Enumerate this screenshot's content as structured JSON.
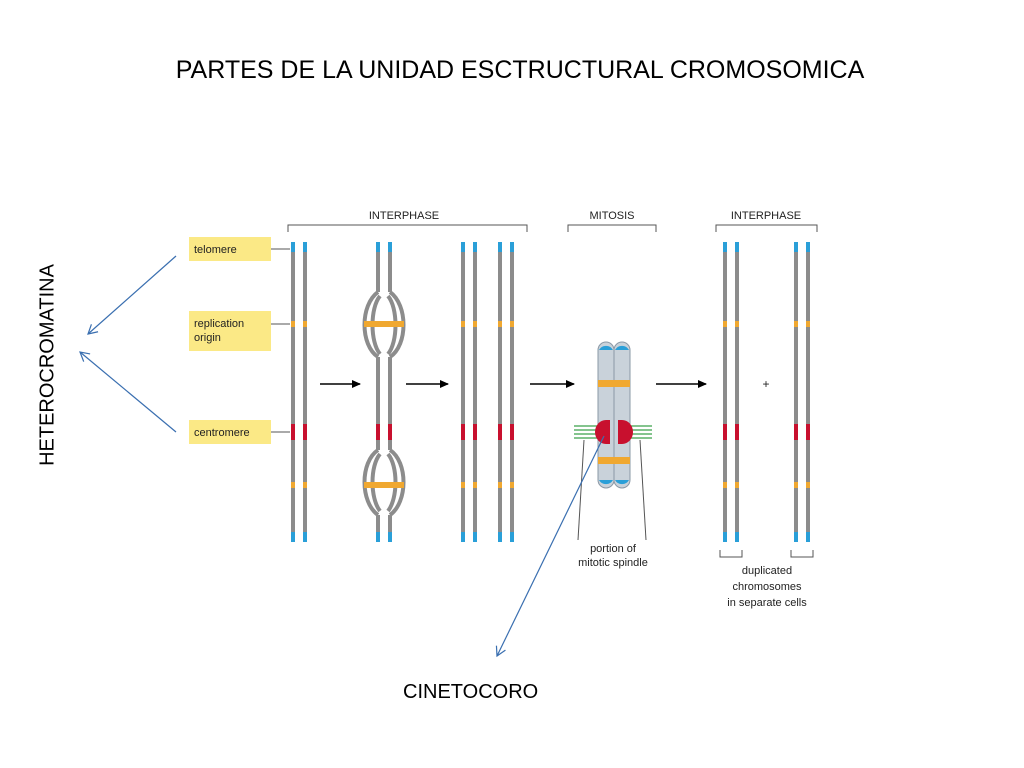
{
  "title": "PARTES DE LA UNIDAD ESCTRUCTURAL CROMOSOMICA",
  "side_label": "HETEROCROMATINA",
  "bottom_label": "CINETOCORO",
  "phases": {
    "interphase_left": "INTERPHASE",
    "mitosis": "MITOSIS",
    "interphase_right": "INTERPHASE"
  },
  "legend": {
    "telomere": "telomere",
    "replication_origin_line1": "replication",
    "replication_origin_line2": "origin",
    "centromere": "centromere"
  },
  "captions": {
    "spindle_line1": "portion of",
    "spindle_line2": "mitotic spindle",
    "dup_line1": "duplicated",
    "dup_line2": "chromosomes",
    "dup_line3": "in separate cells"
  },
  "plus_sign": "+",
  "colors": {
    "chromatid": "#8c8c8c",
    "telomere": "#2a9fd8",
    "origin": "#f0a830",
    "centromere": "#c8102e",
    "label_box": "#fbe986",
    "arrow_blue": "#3a6fb0",
    "spindle": "#3aa04a",
    "mitotic_body": "#c9d2da"
  }
}
